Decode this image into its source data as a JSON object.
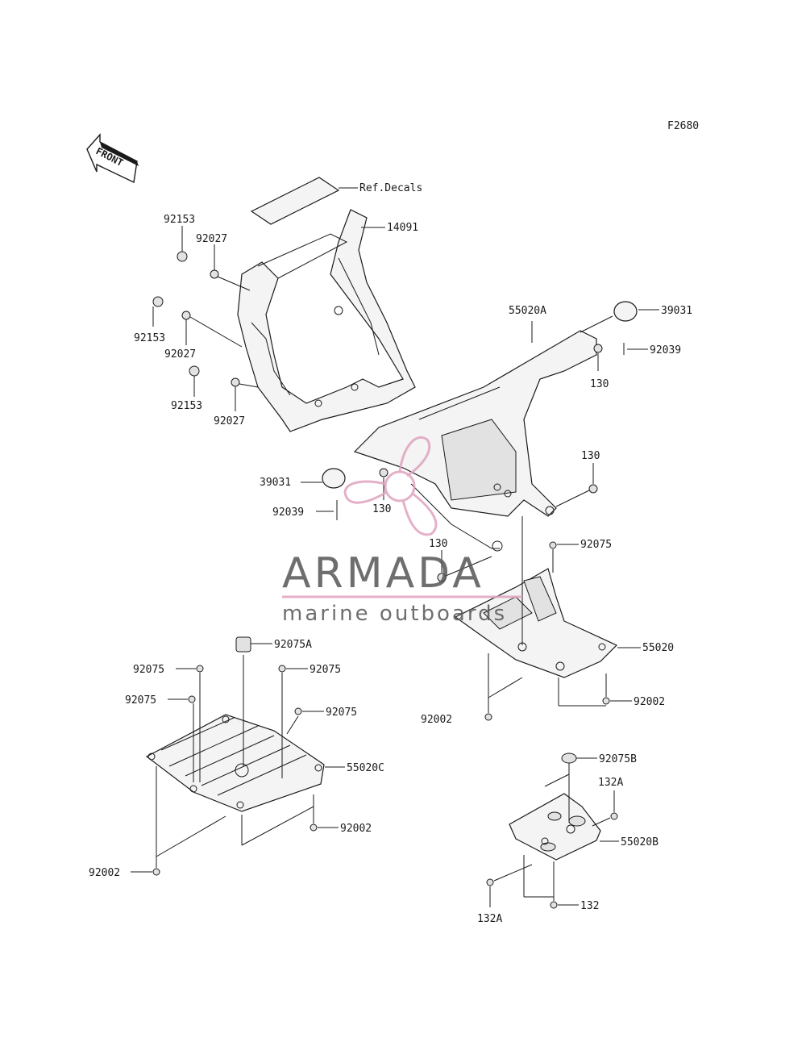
{
  "diagram": {
    "figure_code": "F2680",
    "front_label": "FRONT",
    "ref_label": "Ref.Decals"
  },
  "callouts": [
    {
      "id": "c-14091",
      "label": "14091"
    },
    {
      "id": "c-92153-a",
      "label": "92153"
    },
    {
      "id": "c-92027-a",
      "label": "92027"
    },
    {
      "id": "c-92153-b",
      "label": "92153"
    },
    {
      "id": "c-92027-b",
      "label": "92027"
    },
    {
      "id": "c-92153-c",
      "label": "92153"
    },
    {
      "id": "c-92027-c",
      "label": "92027"
    },
    {
      "id": "c-55020A",
      "label": "55020A"
    },
    {
      "id": "c-39031-r",
      "label": "39031"
    },
    {
      "id": "c-92039-r",
      "label": "92039"
    },
    {
      "id": "c-130-a",
      "label": "130"
    },
    {
      "id": "c-130-b",
      "label": "130"
    },
    {
      "id": "c-39031-l",
      "label": "39031"
    },
    {
      "id": "c-92039-l",
      "label": "92039"
    },
    {
      "id": "c-130-c",
      "label": "130"
    },
    {
      "id": "c-130-d",
      "label": "130"
    },
    {
      "id": "c-92075-r",
      "label": "92075"
    },
    {
      "id": "c-55020",
      "label": "55020"
    },
    {
      "id": "c-92002-r",
      "label": "92002"
    },
    {
      "id": "c-92002-b",
      "label": "92002"
    },
    {
      "id": "c-92075A",
      "label": "92075A"
    },
    {
      "id": "c-92075-1",
      "label": "92075"
    },
    {
      "id": "c-92075-2",
      "label": "92075"
    },
    {
      "id": "c-92075-3",
      "label": "92075"
    },
    {
      "id": "c-92075-4",
      "label": "92075"
    },
    {
      "id": "c-55020C",
      "label": "55020C"
    },
    {
      "id": "c-92002-c",
      "label": "92002"
    },
    {
      "id": "c-92002-d",
      "label": "92002"
    },
    {
      "id": "c-92075B",
      "label": "92075B"
    },
    {
      "id": "c-132A-a",
      "label": "132A"
    },
    {
      "id": "c-55020B",
      "label": "55020B"
    },
    {
      "id": "c-132",
      "label": "132"
    },
    {
      "id": "c-132A-b",
      "label": "132A"
    }
  ],
  "watermark": {
    "brand": "ARMADA",
    "tagline": "marine outboards",
    "accent_color": "#e0a3bf",
    "text_color": "#555555"
  }
}
